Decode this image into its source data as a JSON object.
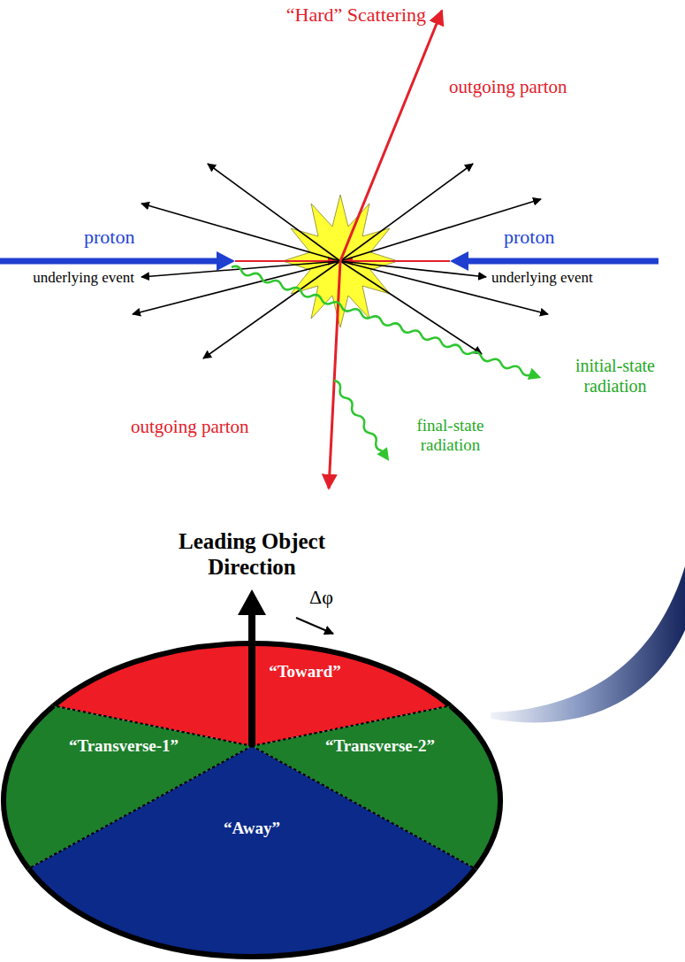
{
  "diagram": {
    "nodes": [
      {
        "text": [
          "“Toward”"
        ]
      },
      {
        "text": [
          "“Transverse-1”"
        ]
      },
      {
        "text": [
          "“Transverse-2”"
        ]
      },
      {
        "text": [
          "“Away”"
        ]
      }
    ],
    "labels": [
      "“Hard” Scattering",
      "outgoing parton",
      "proton",
      "proton",
      "underlying event",
      "underlying event",
      "initial-state radiation",
      "final-state radiation",
      "outgoing parton",
      "Leading Object Direction",
      "Δφ"
    ]
  }
}
